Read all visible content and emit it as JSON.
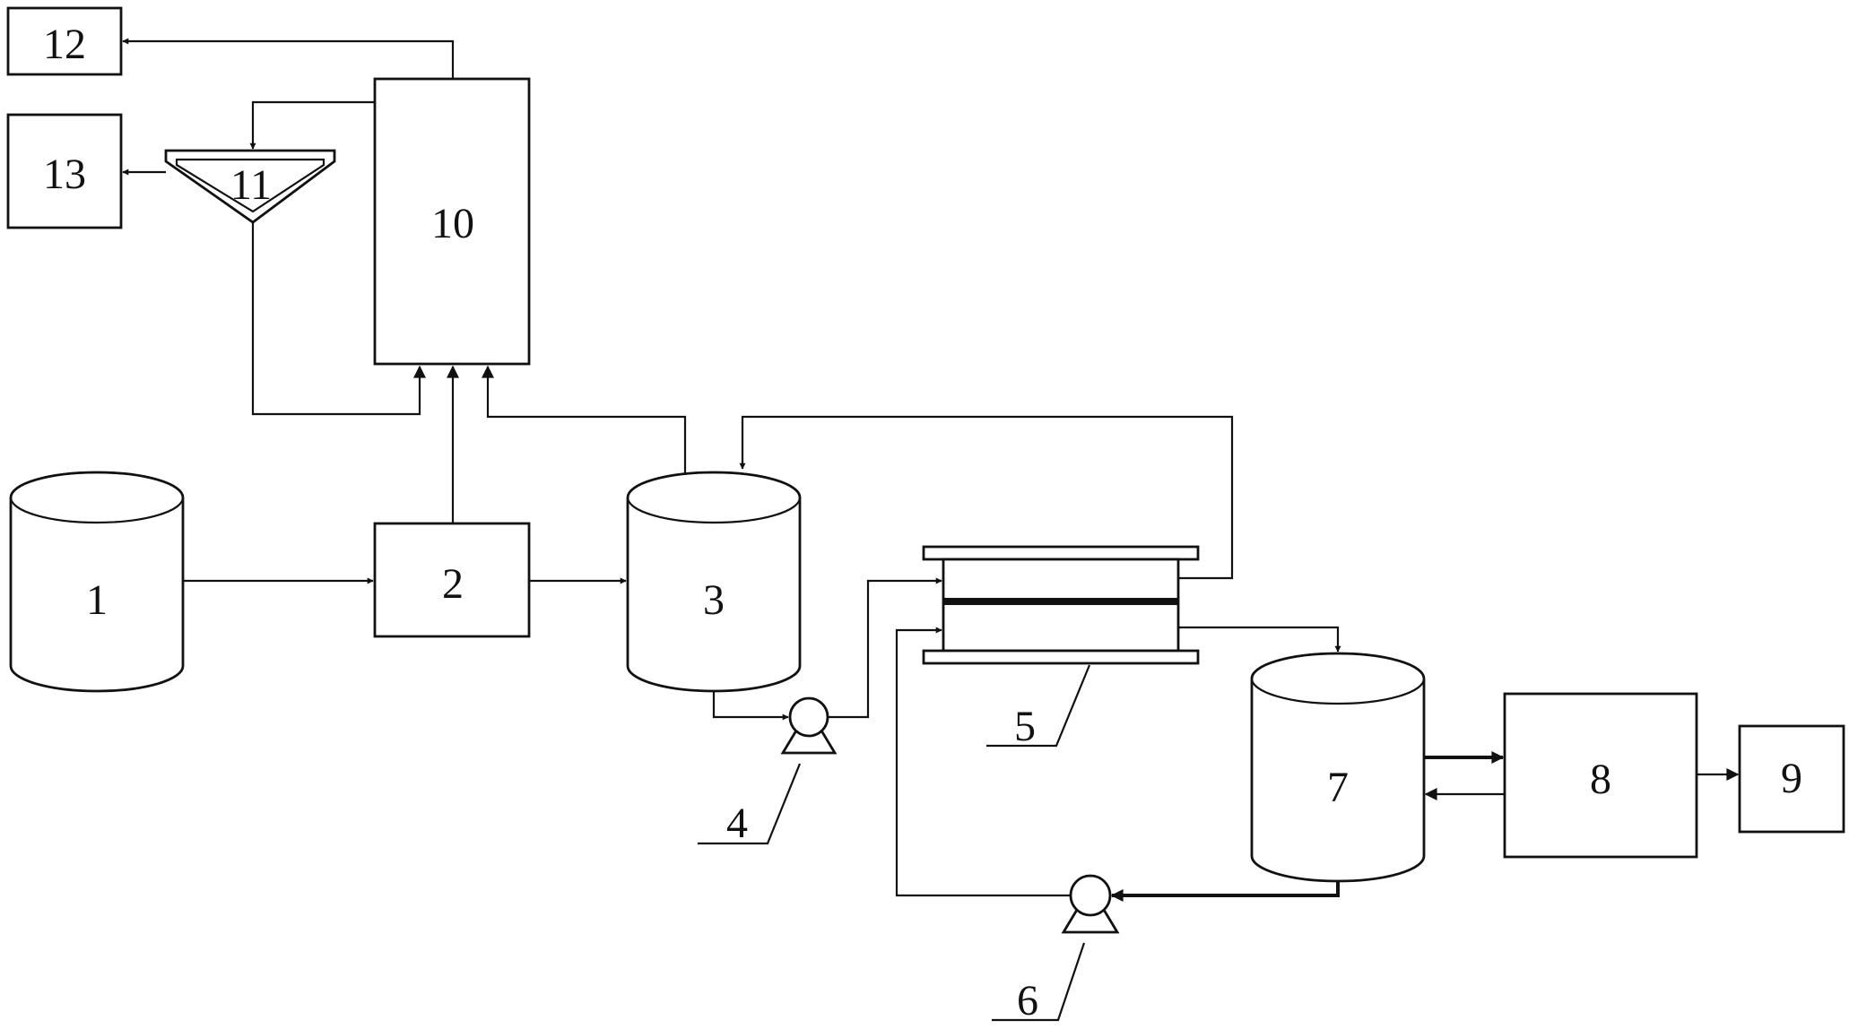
{
  "diagram": {
    "labels": {
      "n1": "1",
      "n2": "2",
      "n3": "3",
      "n4": "4",
      "n5": "5",
      "n6": "6",
      "n7": "7",
      "n8": "8",
      "n9": "9",
      "n10": "10",
      "n11": "11",
      "n12": "12",
      "n13": "13"
    },
    "colors": {
      "line": "#111111",
      "background": "#ffffff"
    }
  }
}
